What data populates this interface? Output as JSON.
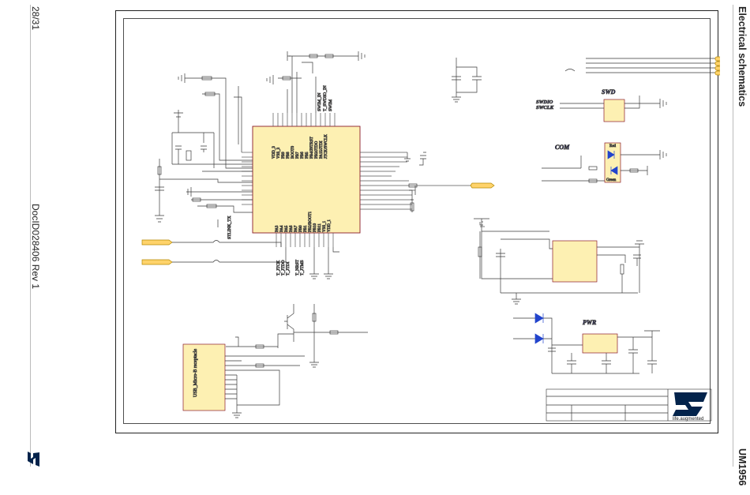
{
  "page": {
    "page_number": "28/31",
    "doc_id": "DocID028406 Rev 1",
    "section_title": "Electrical schematics",
    "doc_code": "UM1956"
  },
  "schematic": {
    "labels": {
      "swd": "SWD",
      "swdio": "SWDIO",
      "swclk": "SWCLK",
      "com": "COM",
      "pwr": "PWR",
      "usb": "USB_Micro-B receptacle",
      "stlink_tx": "STLINK_TX",
      "led_red": "Red",
      "led_green": "Green"
    },
    "mcu_pins_left_top": [
      "VDD_3",
      "VSS_3",
      "PB9",
      "PB8",
      "BOOT0",
      "PB7",
      "PB6",
      "PB5",
      "PB4/JNTRST",
      "PB3/JTDO",
      "PA15/JTDI",
      "JTCK/SWCLK"
    ],
    "mcu_pins_bottom": [
      "PA3",
      "PA4",
      "PA5",
      "PA6",
      "PA7",
      "PB0",
      "PB1",
      "PB2/BOOT1",
      "PB10",
      "PB11",
      "VSS_1",
      "VDD_1"
    ],
    "top_nets": [
      "SWIM_IN",
      "T_SWDIO_IN",
      "SWIM"
    ],
    "bottom_nets": [
      "T_JTCK",
      "T_JTDO",
      "T_JTDI",
      "T_NRST",
      "T_JTMS"
    ],
    "title_block": {
      "logo_tagline": "life.augmented"
    }
  }
}
